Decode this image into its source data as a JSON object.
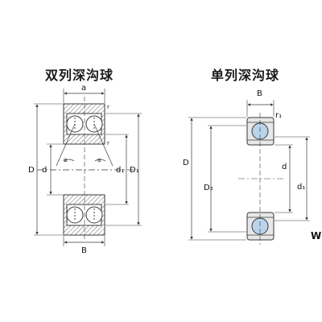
{
  "titles": {
    "double_row": "双列深沟球",
    "single_row": "单列深沟球"
  },
  "labels": {
    "left": {
      "a": "a",
      "B": "B",
      "D": "D",
      "d": "d",
      "d1": "d₁",
      "D1": "D₁",
      "r_top": "r",
      "r_mid": "r",
      "alpha_left": "α",
      "alpha_right": "α"
    },
    "right": {
      "B": "B",
      "r1": "r₁",
      "D": "D",
      "D2": "D₂",
      "d": "d",
      "d1": "d₁",
      "W": "W"
    }
  },
  "colors": {
    "line": "#3a3a3a",
    "hatch": "#555555",
    "ball_fill": "#b9d3ea",
    "ring_fill": "#e7e7e7"
  }
}
